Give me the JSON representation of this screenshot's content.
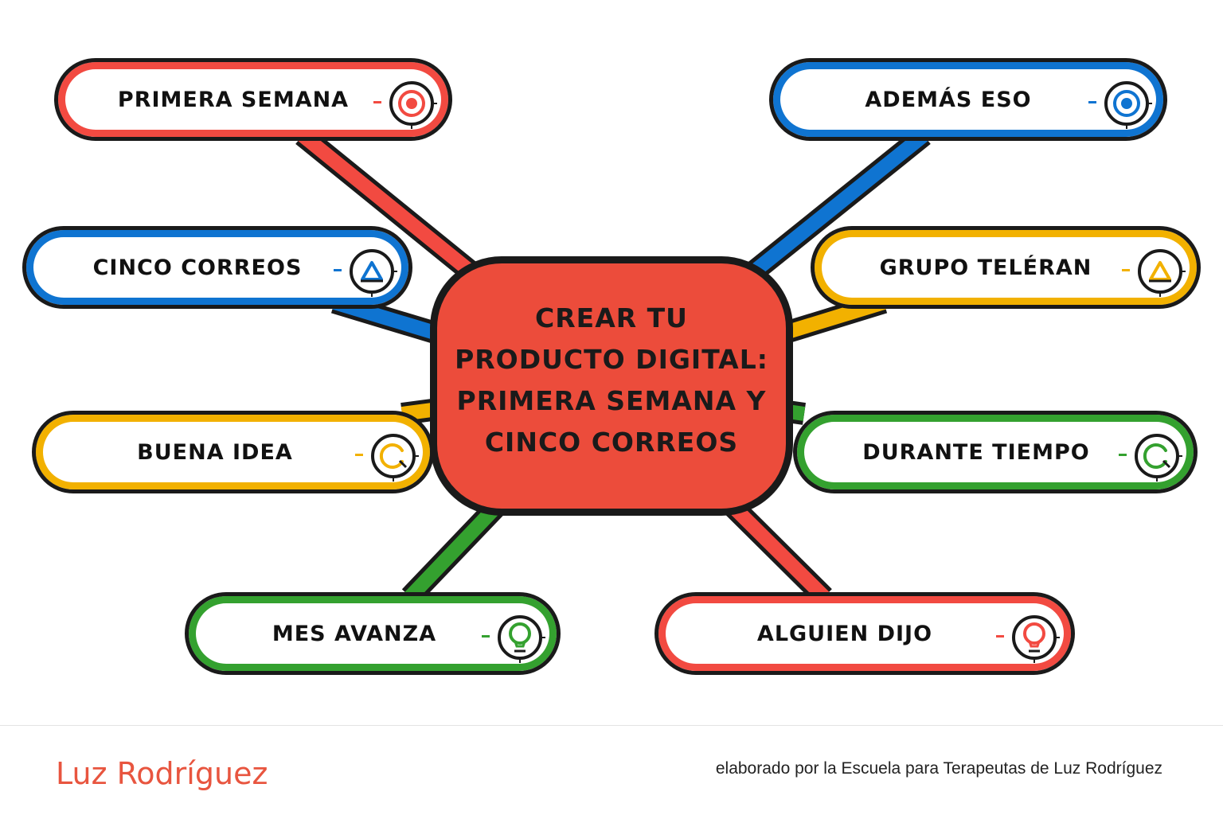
{
  "center": {
    "title": "CREAR TU PRODUCTO DIGITAL: PRIMERA SEMANA Y CINCO CORREOS"
  },
  "colors": {
    "red": "#f24a41",
    "blue": "#0f74d1",
    "yellow": "#f2b100",
    "green": "#34a12f",
    "center_fill": "#ec4c3b",
    "outline": "#1a1a1a"
  },
  "branches": [
    {
      "label": "PRIMERA SEMANA",
      "color": "#f24a41",
      "icon": "target-icon"
    },
    {
      "label": "ADEMÁS ESO",
      "color": "#0f74d1",
      "icon": "target-icon"
    },
    {
      "label": "CINCO CORREOS",
      "color": "#0f74d1",
      "icon": "triangle-icon"
    },
    {
      "label": "GRUPO TELÉRAN",
      "color": "#f2b100",
      "icon": "triangle-icon"
    },
    {
      "label": "BUENA IDEA",
      "color": "#f2b100",
      "icon": "gauge-icon"
    },
    {
      "label": "DURANTE TIEMPO",
      "color": "#34a12f",
      "icon": "gauge-icon"
    },
    {
      "label": "MES AVANZA",
      "color": "#34a12f",
      "icon": "lightbulb-icon"
    },
    {
      "label": "ALGUIEN DIJO",
      "color": "#f24a41",
      "icon": "lightbulb-icon"
    }
  ],
  "footer": {
    "author": "Luz Rodríguez",
    "credit": "elaborado por la Escuela para Terapeutas de Luz Rodríguez"
  }
}
